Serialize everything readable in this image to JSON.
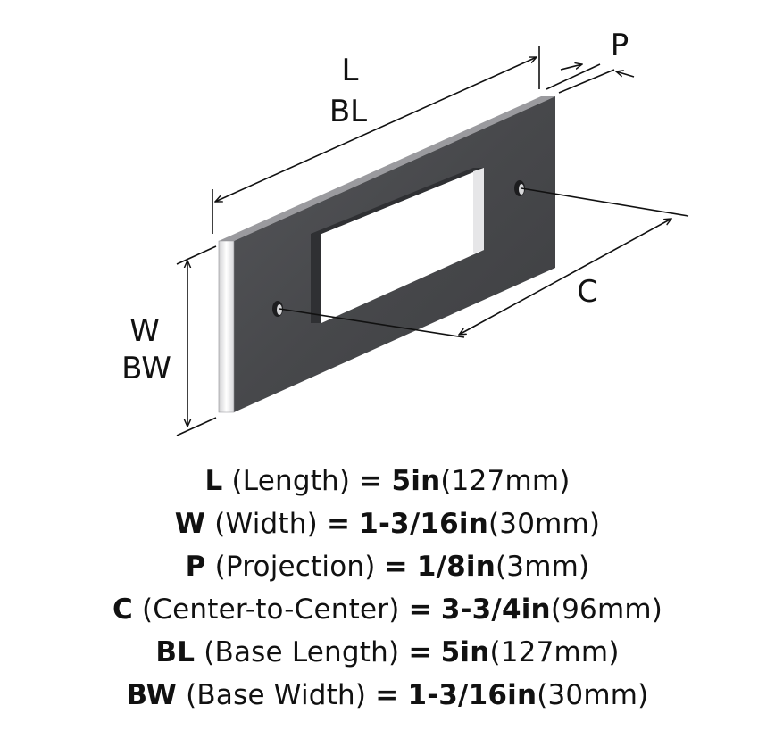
{
  "diagram": {
    "labels": {
      "length": "L",
      "base_length": "BL",
      "projection": "P",
      "width": "W",
      "base_width": "BW",
      "center_to_center": "C"
    },
    "colors": {
      "plate_face": "#4b4b4e",
      "plate_edge": "#e8e8ea",
      "line": "#111111"
    }
  },
  "specs": [
    {
      "abbr": "L",
      "name": "(Length)",
      "eq": "=",
      "imperial": "5in",
      "metric": "(127mm)"
    },
    {
      "abbr": "W",
      "name": "(Width)",
      "eq": "=",
      "imperial": "1-3/16in",
      "metric": "(30mm)"
    },
    {
      "abbr": "P",
      "name": "(Projection)",
      "eq": "=",
      "imperial": "1/8in",
      "metric": "(3mm)"
    },
    {
      "abbr": "C",
      "name": "(Center-to-Center)",
      "eq": "=",
      "imperial": "3-3/4in",
      "metric": "(96mm)"
    },
    {
      "abbr": "BL",
      "name": "(Base Length)",
      "eq": "=",
      "imperial": "5in",
      "metric": "(127mm)"
    },
    {
      "abbr": "BW",
      "name": "(Base Width)",
      "eq": "=",
      "imperial": "1-3/16in",
      "metric": "(30mm)"
    }
  ]
}
